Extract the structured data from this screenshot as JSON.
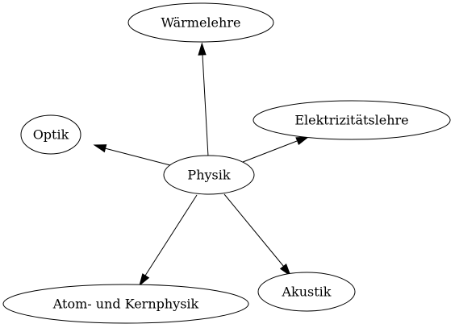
{
  "diagram": {
    "nodes": [
      {
        "id": "physik",
        "label": "Physik"
      },
      {
        "id": "waermelehre",
        "label": "Wärmelehre"
      },
      {
        "id": "elektrizitaetslehre",
        "label": "Elektrizitätslehre"
      },
      {
        "id": "optik",
        "label": "Optik"
      },
      {
        "id": "atom",
        "label": "Atom- und Kernphysik"
      },
      {
        "id": "akustik",
        "label": "Akustik"
      }
    ],
    "edges": [
      {
        "from": "physik",
        "to": "waermelehre"
      },
      {
        "from": "physik",
        "to": "elektrizitaetslehre"
      },
      {
        "from": "physik",
        "to": "optik"
      },
      {
        "from": "physik",
        "to": "atom"
      },
      {
        "from": "physik",
        "to": "akustik"
      }
    ]
  }
}
